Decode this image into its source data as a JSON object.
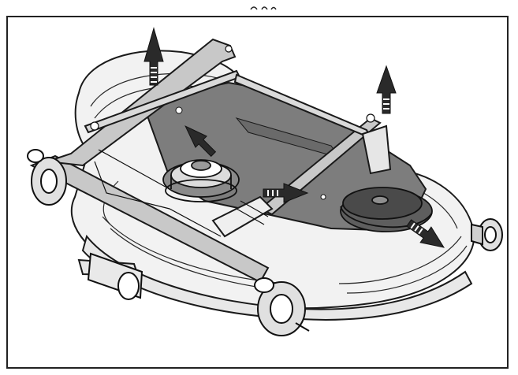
{
  "figure": {
    "subject-icon": "mower-cutting-deck-removal-illustration",
    "colors": {
      "frame": "#222222",
      "outline": "#1a1a1a",
      "deck_fill": "#f2f2f2",
      "deck_top": "#7d7d7d",
      "frame_bar": "#c8c8c8",
      "arrow_fill": "#2a2a2a",
      "arrow_stripe": "#ffffff"
    },
    "arrows": [
      {
        "name": "lift-left-rear",
        "direction": "up"
      },
      {
        "name": "lift-right-rear",
        "direction": "up"
      },
      {
        "name": "pulley-arm-move",
        "direction": "up-left"
      },
      {
        "name": "belt-guard-push",
        "direction": "right"
      },
      {
        "name": "belt-pull",
        "direction": "down-right"
      }
    ]
  }
}
